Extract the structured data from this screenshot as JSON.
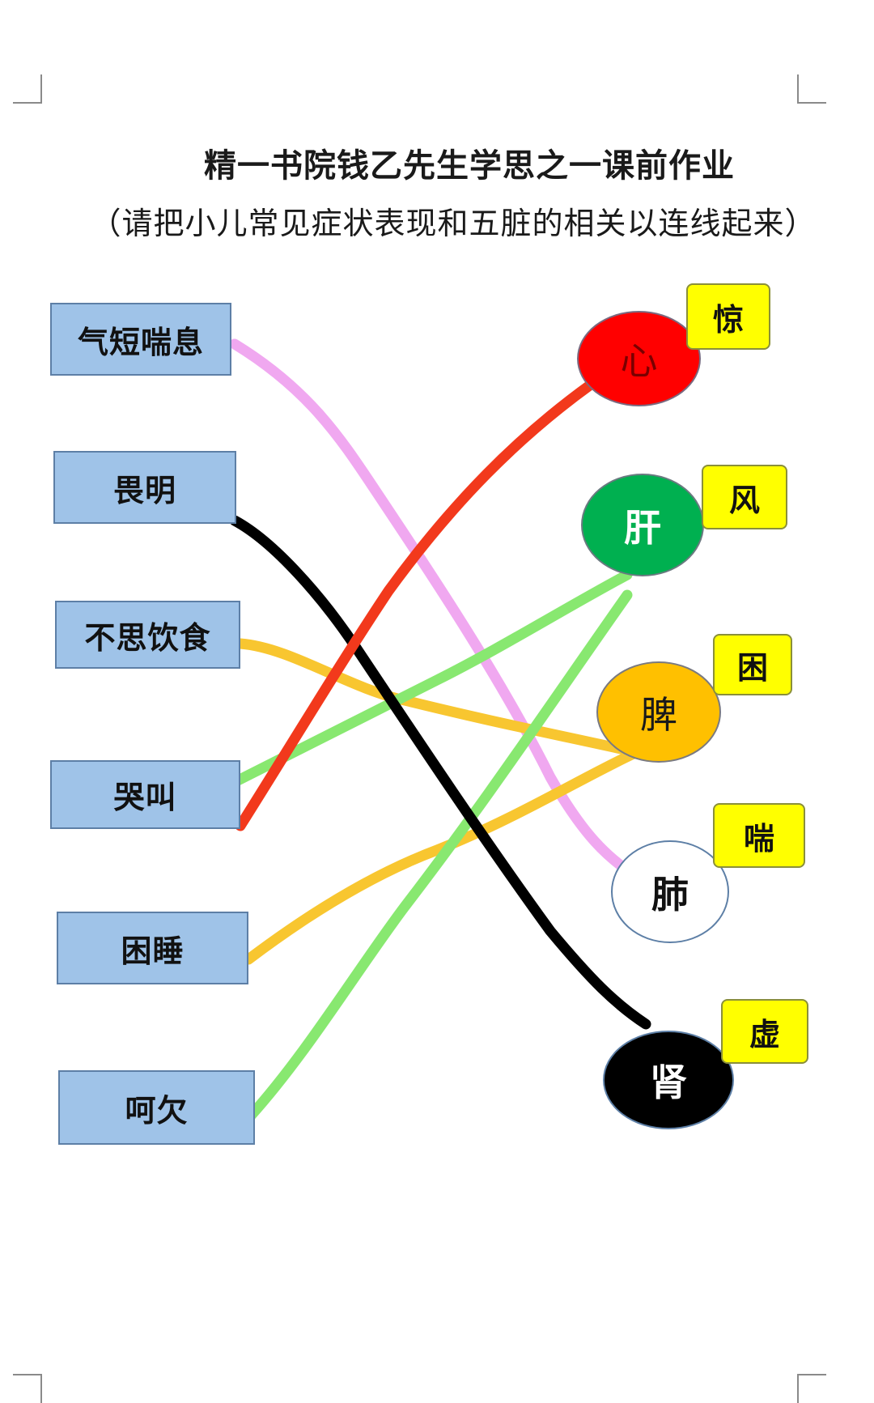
{
  "title": "精一书院钱乙先生学思之一课前作业",
  "subtitle": "（请把小儿常见症状表现和五脏的相关以连线起来）",
  "symptoms": [
    {
      "label": "气短喘息"
    },
    {
      "label": "畏明"
    },
    {
      "label": "不思饮食"
    },
    {
      "label": "哭叫"
    },
    {
      "label": "困睡"
    },
    {
      "label": "呵欠"
    }
  ],
  "organs": [
    {
      "label": "心",
      "color": "#ff0000",
      "tag": "惊"
    },
    {
      "label": "肝",
      "color": "#00b050",
      "tag": "风"
    },
    {
      "label": "脾",
      "color": "#ffc000",
      "tag": "困"
    },
    {
      "label": "肺",
      "color": "#ffffff",
      "tag": "喘"
    },
    {
      "label": "肾",
      "color": "#000000",
      "tag": "虚"
    }
  ],
  "connections": [
    {
      "from": "气短喘息",
      "to": "肺",
      "color": "#f0a8f0"
    },
    {
      "from": "畏明",
      "to": "肾",
      "color": "#000000"
    },
    {
      "from": "不思饮食",
      "to": "脾",
      "color": "#f8c630"
    },
    {
      "from": "哭叫",
      "to": "肝",
      "color": "#88e870"
    },
    {
      "from": "哭叫",
      "to": "心",
      "color": "#f2391c"
    },
    {
      "from": "困睡",
      "to": "脾",
      "color": "#f8c630"
    },
    {
      "from": "呵欠",
      "to": "肝",
      "color": "#88e870"
    }
  ]
}
